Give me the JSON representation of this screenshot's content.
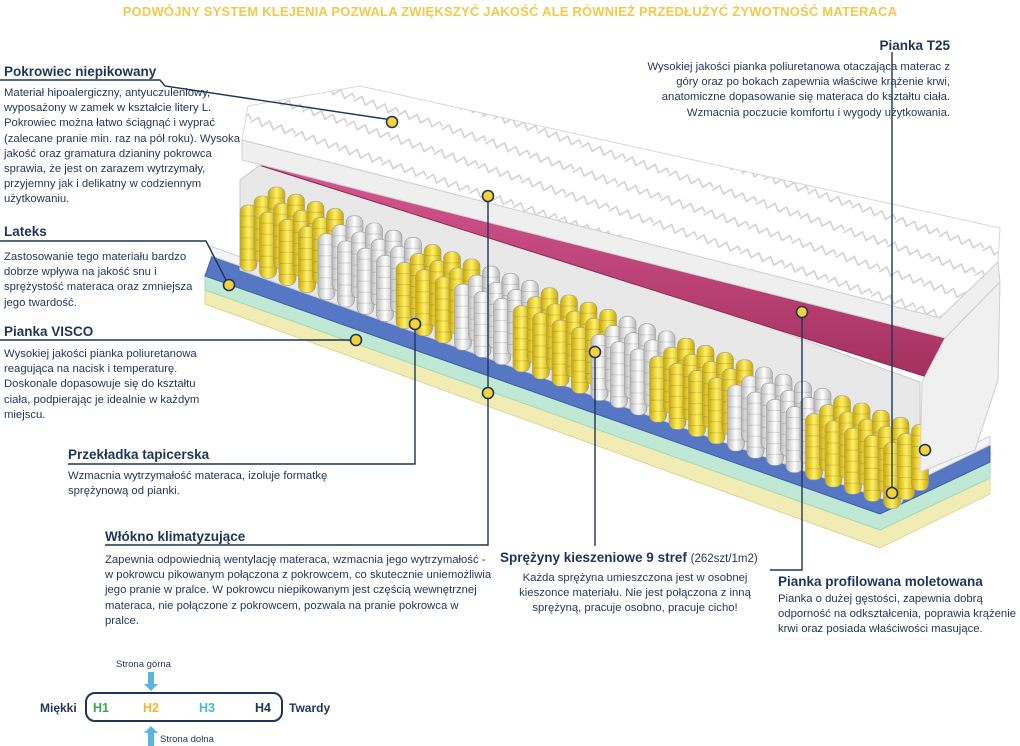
{
  "banner": "PODWÓJNY SYSTEM KLEJENIA POZWALA ZWIĘKSZYĆ JAKOŚĆ ALE RÓWNIEŻ PRZEDŁUŻYĆ ŻYWOTNOŚĆ MATERACA",
  "pokrowiec": {
    "title": "Pokrowiec niepikowany",
    "text": "Materiał hipoalergiczny, antyuczuleniowy, wyposażony w zamek w kształcie litery L. Pokrowiec można łatwo ściągnąć i wyprać (zalecane pranie min.  raz na pół roku). Wysoka jakość oraz gramatura dzianiny pokrowca sprawia, że jest on zarazem wytrzymały, przyjemny jak i delikatny w codziennym użytkowaniu."
  },
  "lateks": {
    "title": "Lateks",
    "text": "Zastosowanie tego materiału bardzo dobrze wpływa na jakość snu i sprężystość materaca oraz zmniejsza jego twardość."
  },
  "visco": {
    "title": "Pianka VISCO",
    "text": "Wysokiej jakości pianka poliuretanowa reagująca na nacisk i temperaturę. Doskonale dopasowuje się do kształtu ciała, podpierając je idealnie w każdym miejscu."
  },
  "przekladka": {
    "title": "Przekładka tapicerska",
    "text": "Wzmacnia wytrzymałość materaca, izoluje formatkę sprężynową od pianki."
  },
  "wlokno": {
    "title": "Włókno klimatyzujące",
    "text": "Zapewnia odpowiednią wentylację materaca, wzmacnia jego wytrzymałość - w pokrowcu pikowanym połączona z pokrowcem, co skutecznie uniemożliwia jego pranie w pralce. W pokrowcu niepikowanym jest częścią wewnętrznej materaca, nie połączone z pokrowcem, pozwala na pranie pokrowca w pralce."
  },
  "t25": {
    "title": "Pianka T25",
    "text": "Wysokiej jakości pianka poliuretanowa otaczająca materac z góry oraz po bokach zapewnia właściwe krążenie krwi, anatomiczne dopasowanie się materaca do kształtu ciała. Wzmacnia poczucie komfortu i wygody użytkowania."
  },
  "sprezyny": {
    "title": "Sprężyny kieszeniowe 9 stref",
    "title_note": "(262szt/1m2)",
    "text": "Każda sprężyna umieszczona jest w osobnej kieszonce materiału. Nie jest połączona z inną sprężyną, pracuje osobno, pracuje cicho!"
  },
  "moletowana": {
    "title": "Pianka profilowana moletowana",
    "text": "Pianka o dużej gęstości, zapewnia dobrą odporność na odkształcenia, poprawia krążenie krwi oraz posiada właściwości masujące."
  },
  "hardness": {
    "top_label": "Strona górna",
    "bottom_label": "Strona dolna",
    "left_label": "Miękki",
    "right_label": "Twardy",
    "levels": [
      {
        "label": "H1",
        "color": "#3aa64a"
      },
      {
        "label": "H2",
        "color": "#f2b632"
      },
      {
        "label": "H3",
        "color": "#45b8d6"
      },
      {
        "label": "H4",
        "color": "#1f3557"
      }
    ]
  },
  "colors": {
    "navy": "#1f3557",
    "yellow": "#f2c94c",
    "marker": "#f5d23a",
    "foam_pink": "#c2427a",
    "base_blue": "#5577c4"
  }
}
